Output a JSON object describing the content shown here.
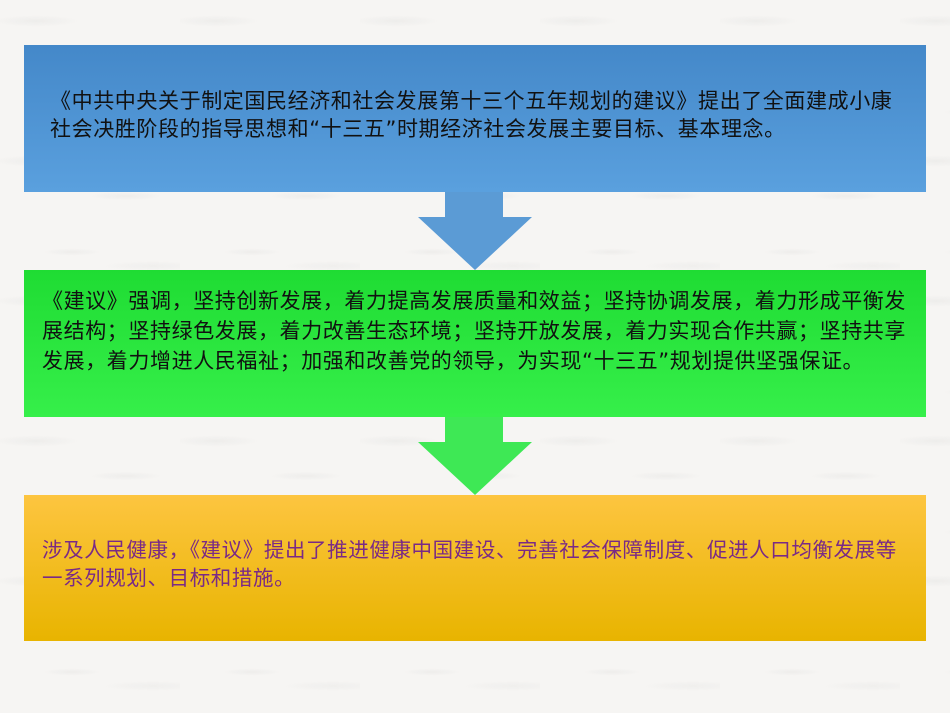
{
  "colors": {
    "box1": "#4a8ed0",
    "box2": "#28e53d",
    "box3": "#f2bc1c",
    "box1_text": "#111111",
    "box2_text": "#111111",
    "box3_text": "#7a2a86",
    "arrow1": "#5b9bd5",
    "arrow2": "#3ee855"
  },
  "flow": {
    "steps": [
      {
        "text": "《中共中央关于制定国民经济和社会发展第十三个五年规划的建议》提出了全面建成小康社会决胜阶段的指导思想和“十三五”时期经济社会发展主要目标、基本理念。"
      },
      {
        "text": "《建议》强调，坚持创新发展，着力提高发展质量和效益；坚持协调发展，着力形成平衡发展结构；坚持绿色发展，着力改善生态环境；坚持开放发展，着力实现合作共赢；坚持共享发展，着力增进人民福祉；加强和改善党的领导，为实现“十三五”规划提供坚强保证。"
      },
      {
        "text": "涉及人民健康，《建议》提出了推进健康中国建设、完善社会保障制度、促进人口均衡发展等一系列规划、目标和措施。"
      }
    ],
    "arrows": [
      {
        "icon": "down-arrow-icon"
      },
      {
        "icon": "down-arrow-icon"
      }
    ]
  }
}
